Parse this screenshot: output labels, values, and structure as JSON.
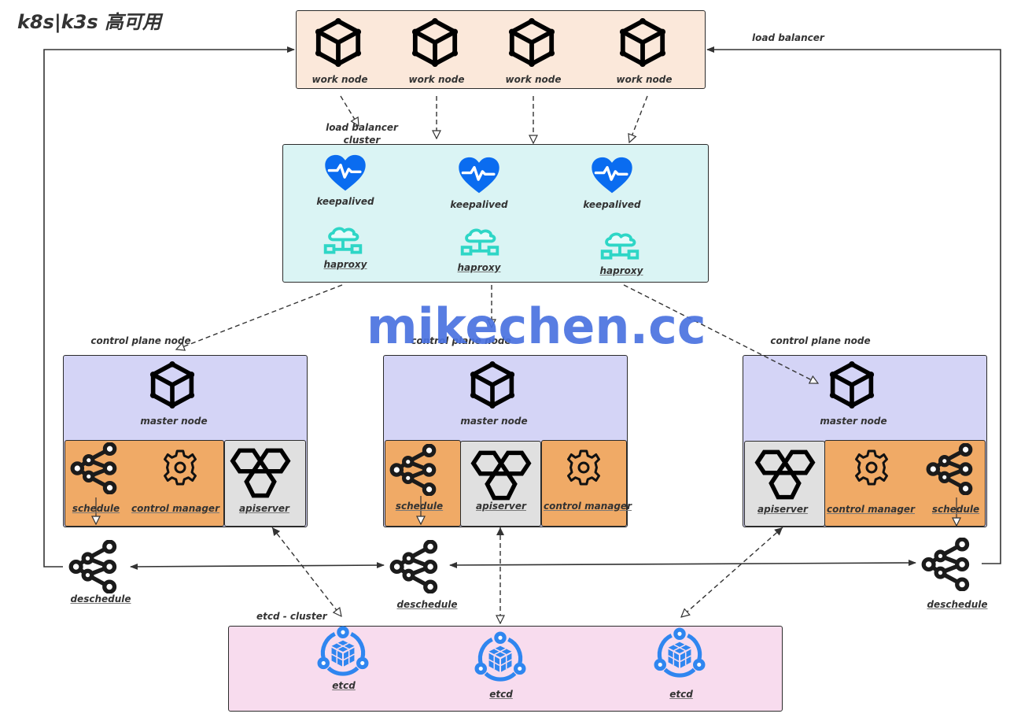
{
  "title": "k8s|k3s 高可用",
  "watermark": "mikechen.cc",
  "colors": {
    "worker_fill": "#fbe8da",
    "lb_fill": "#daf4f4",
    "master_fill": "#d4d4f6",
    "component_orange": "#f0aa66",
    "component_gray": "#e0e0e0",
    "etcd_fill": "#f8dcee",
    "keepalived_blue": "#0a6cf0",
    "haproxy_teal": "#2ed6c6",
    "etcd_blue": "#2f86f0",
    "watermark_blue": "#4a72e0"
  },
  "labels": {
    "load_balancer": "load balancer",
    "load_balancer_cluster_line1": "load balancer",
    "load_balancer_cluster_line2": "cluster",
    "control_plane_node": "control plane node",
    "etcd_cluster": "etcd - cluster"
  },
  "worker_nodes": [
    {
      "label": "work node",
      "icon": "cube-icon"
    },
    {
      "label": "work node",
      "icon": "cube-icon"
    },
    {
      "label": "work node",
      "icon": "cube-icon"
    },
    {
      "label": "work node",
      "icon": "cube-icon"
    }
  ],
  "lb_cluster": {
    "keepalived": [
      {
        "label": "keepalived",
        "icon": "heart-pulse-icon"
      },
      {
        "label": "keepalived",
        "icon": "heart-pulse-icon"
      },
      {
        "label": "keepalived",
        "icon": "heart-pulse-icon"
      }
    ],
    "haproxy": [
      {
        "label": "haproxy",
        "icon": "cloud-network-icon"
      },
      {
        "label": "haproxy",
        "icon": "cloud-network-icon"
      },
      {
        "label": "haproxy",
        "icon": "cloud-network-icon"
      }
    ]
  },
  "control_planes": [
    {
      "header": "control plane node",
      "master": "master node",
      "components": [
        {
          "label": "schedule",
          "icon": "graph-icon"
        },
        {
          "label": "control manager",
          "icon": "gear-icon"
        },
        {
          "label": "apiserver",
          "icon": "hexagons-icon"
        }
      ]
    },
    {
      "header": "control plane node",
      "master": "master node",
      "components": [
        {
          "label": "schedule",
          "icon": "graph-icon"
        },
        {
          "label": "apiserver",
          "icon": "hexagons-icon"
        },
        {
          "label": "control manager",
          "icon": "gear-icon"
        }
      ]
    },
    {
      "header": "control plane node",
      "master": "master node",
      "components": [
        {
          "label": "apiserver",
          "icon": "hexagons-icon"
        },
        {
          "label": "control manager",
          "icon": "gear-icon"
        },
        {
          "label": "schedule",
          "icon": "graph-icon"
        }
      ]
    }
  ],
  "deschedulers": [
    {
      "label": "deschedule",
      "icon": "graph-icon"
    },
    {
      "label": "deschedule",
      "icon": "graph-icon"
    },
    {
      "label": "deschedule",
      "icon": "graph-icon"
    }
  ],
  "etcd": [
    {
      "label": "etcd",
      "icon": "etcd-cluster-icon"
    },
    {
      "label": "etcd",
      "icon": "etcd-cluster-icon"
    },
    {
      "label": "etcd",
      "icon": "etcd-cluster-icon"
    }
  ]
}
